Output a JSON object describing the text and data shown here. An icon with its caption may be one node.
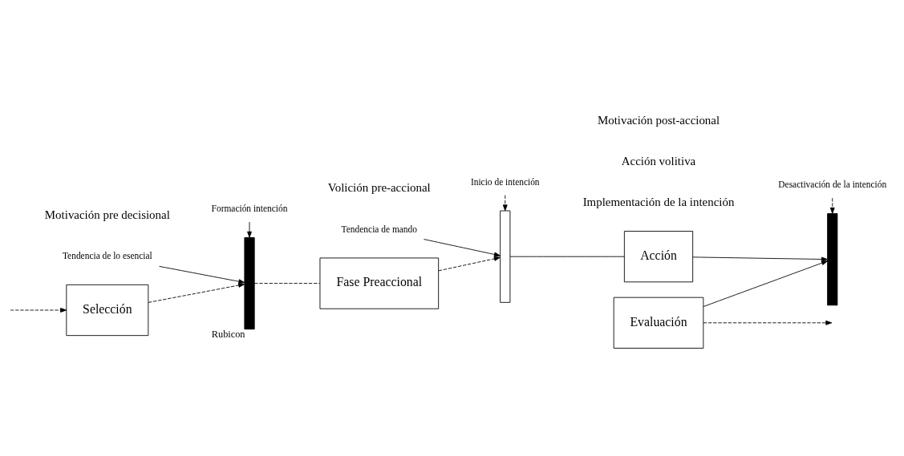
{
  "diagram": {
    "nodes": [
      {
        "text": [
          "Selección"
        ]
      },
      {
        "text": [],
        "shape": "bar",
        "beside": [
          "Rubicon"
        ]
      },
      {
        "text": [
          "Fase Preaccional"
        ]
      },
      {
        "text": [],
        "shape": "bar"
      },
      {
        "text": [
          "Acción"
        ]
      },
      {
        "text": [],
        "shape": "bar"
      },
      {
        "text": [
          "Evaluación"
        ]
      },
      {
        "text": [
          "Formación intención"
        ]
      },
      {
        "text": [
          "Tendencia de lo esencial"
        ]
      },
      {
        "text": [
          "Tendencia de mando"
        ]
      },
      {
        "text": [
          "Inicio de intención"
        ]
      },
      {
        "text": [
          "Desactivación de la intención"
        ]
      }
    ],
    "edges": [
      {
        "from": null,
        "to": 0,
        "arrow": "to",
        "style": "dashed"
      },
      {
        "from": 0,
        "to": 1,
        "arrow": "to",
        "style": "dashed"
      },
      {
        "from": 1,
        "to": 2,
        "arrow": "none",
        "style": "dashed"
      },
      {
        "from": 2,
        "to": 3,
        "arrow": "to",
        "style": "dashed"
      },
      {
        "from": 3,
        "to": 4,
        "arrow": "none"
      },
      {
        "from": 4,
        "to": 5,
        "arrow": "to"
      },
      {
        "from": 6,
        "to": 5,
        "arrow": "to"
      },
      {
        "from": 6,
        "to": null,
        "arrow": "to",
        "style": "dashed"
      },
      {
        "from": 7,
        "to": 1,
        "arrow": "to"
      },
      {
        "from": 8,
        "to": 1,
        "arrow": "to"
      },
      {
        "from": 9,
        "to": 3,
        "arrow": "to"
      },
      {
        "from": 10,
        "to": 3,
        "arrow": "to",
        "style": "dashed"
      },
      {
        "from": 11,
        "to": 5,
        "arrow": "to",
        "style": "dashed"
      }
    ],
    "labels": [
      "Motivación pre decisional",
      "Volición pre-accional",
      "Implementación de la intención",
      "Acción volitiva",
      "Motivación post-accional"
    ]
  }
}
